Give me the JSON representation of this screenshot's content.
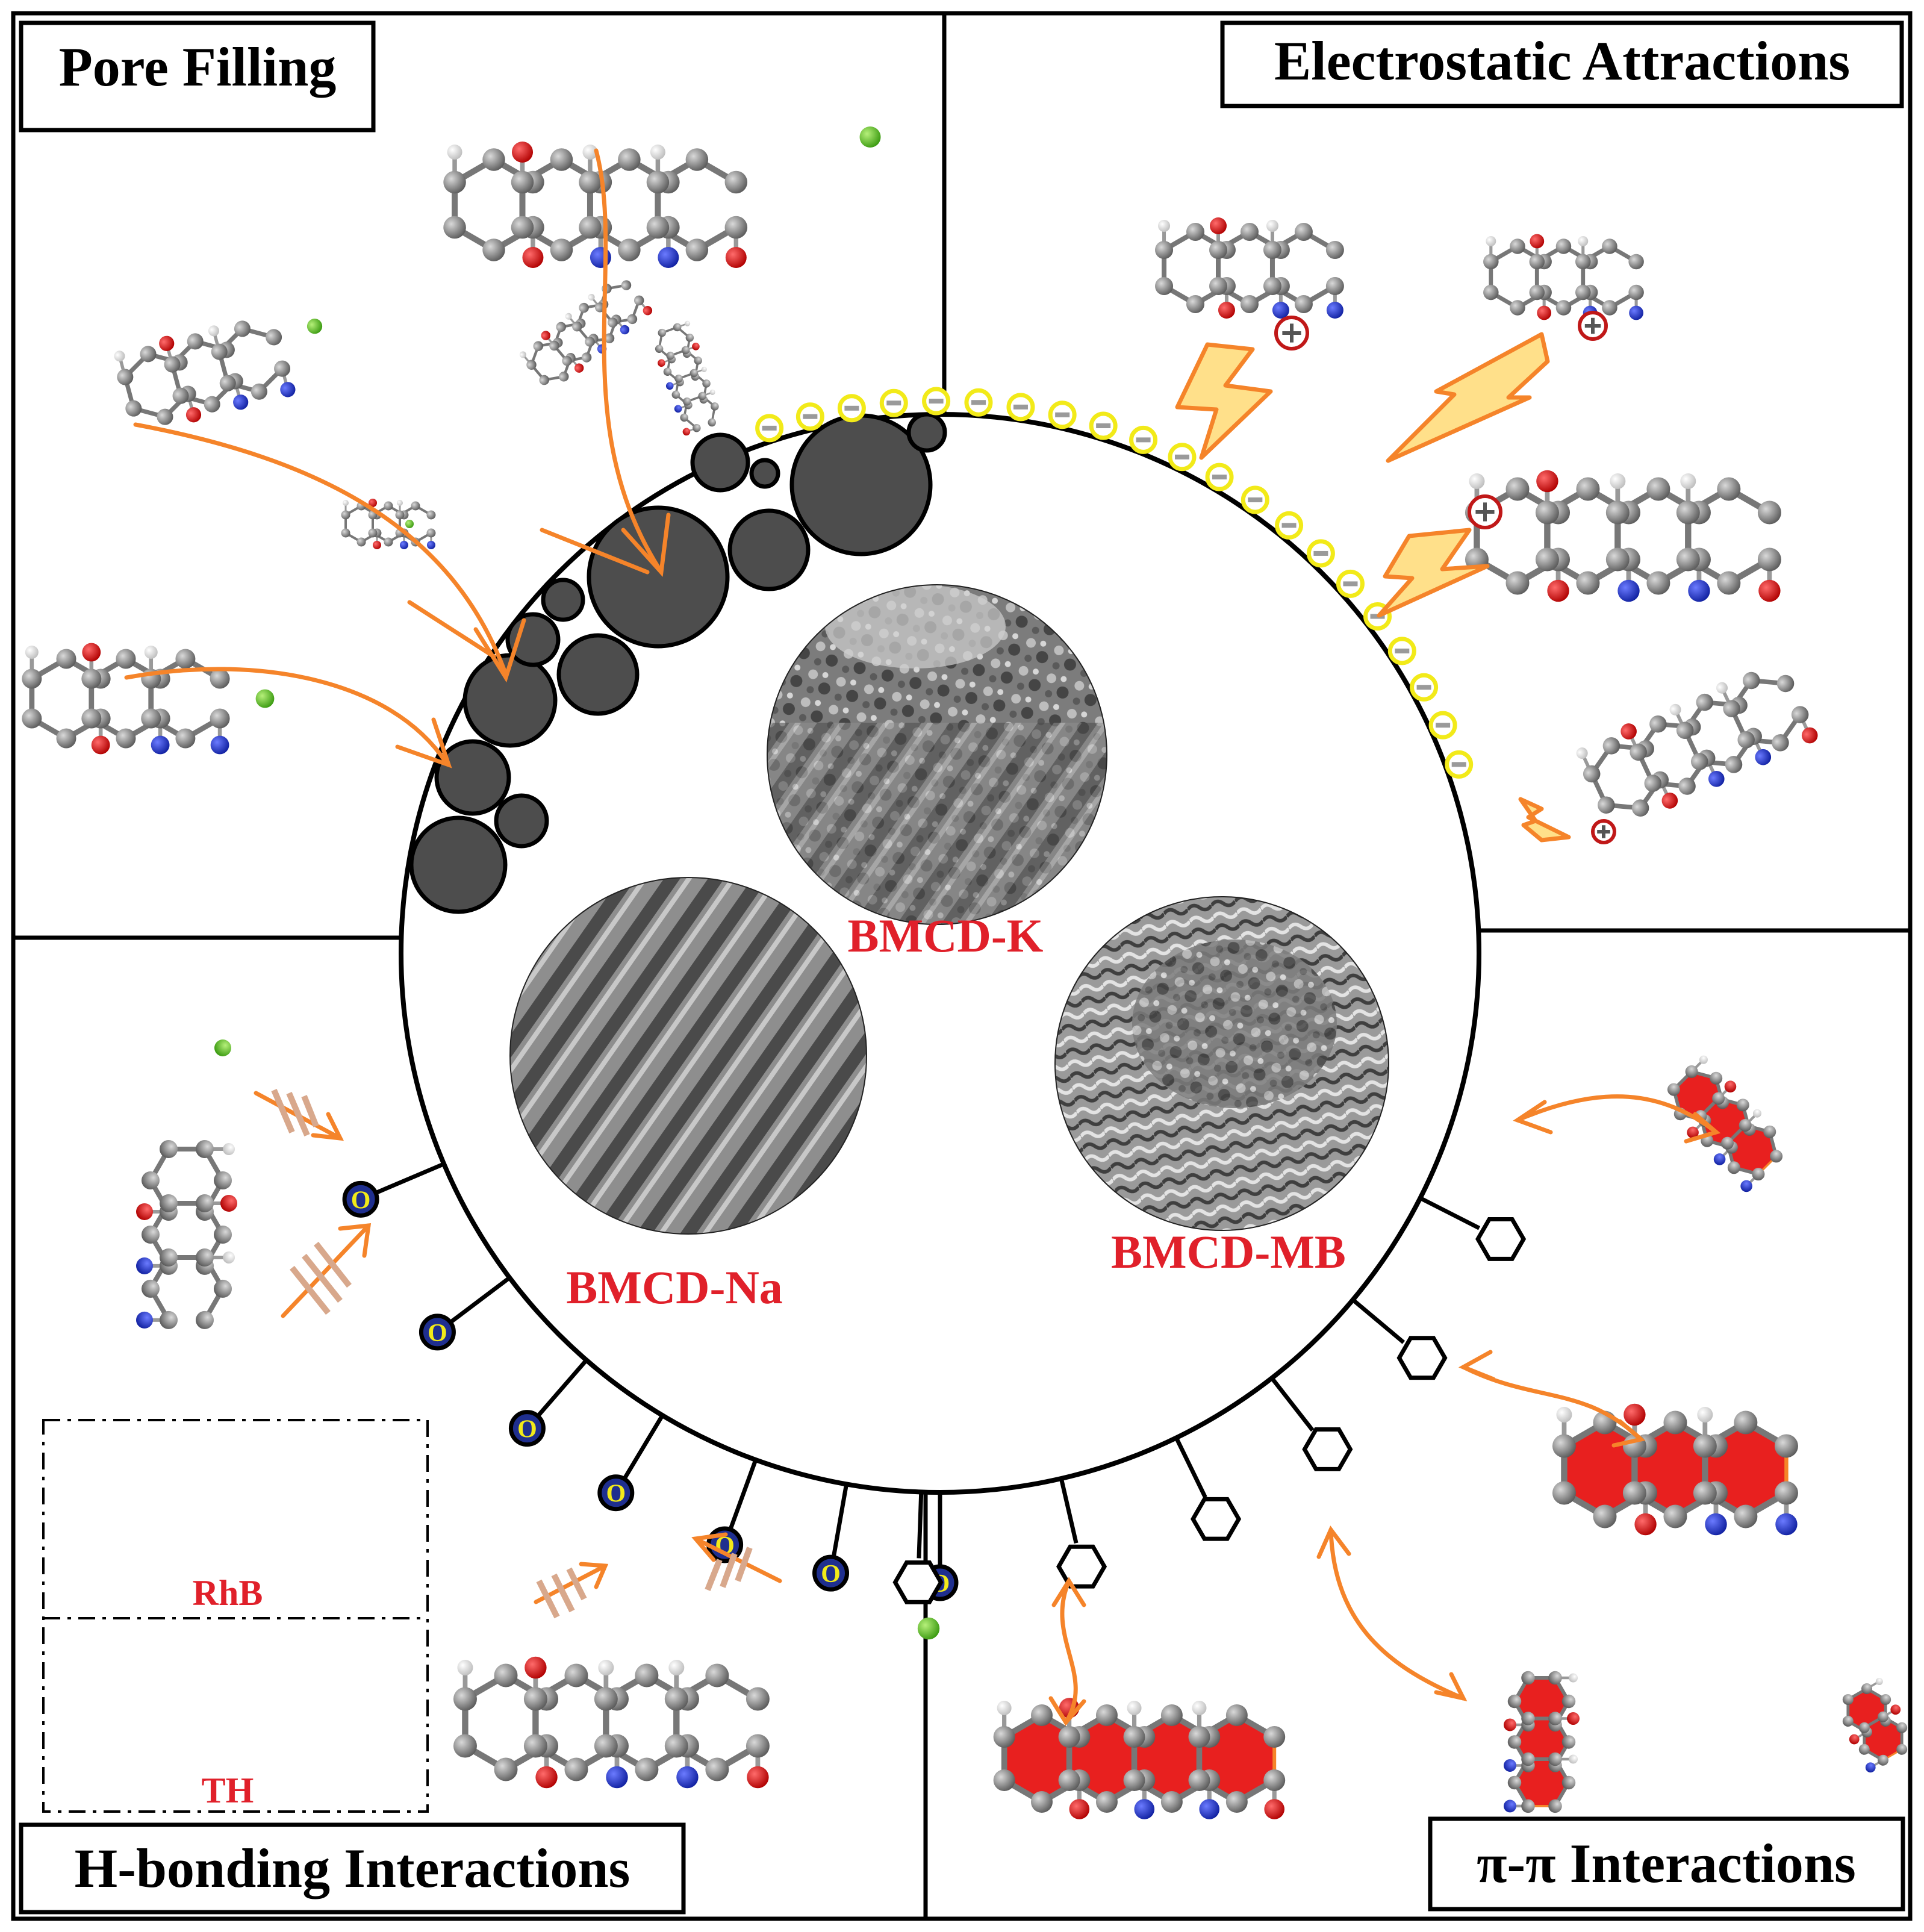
{
  "panels": {
    "pore_filling": "Pore Filling",
    "electrostatic": "Electrostatic Attractions",
    "h_bonding": "H-bonding Interactions",
    "pi_pi": "π-π Interactions"
  },
  "sem_images": {
    "k": "BMCD-K",
    "na": "BMCD-Na",
    "mb": "BMCD-MB"
  },
  "legend": {
    "rhb": "RhB",
    "th": "TH"
  },
  "symbols": {
    "oxygen_group": "O",
    "negative_charge": "⊖",
    "positive_charge": "⊕"
  },
  "colors": {
    "arrow": "#f5842a",
    "label_red": "#e0202a",
    "pore_fill": "#4d4d4d",
    "aromatic_fill": "#e8201f",
    "neg_charge_ring": "#f2ea19",
    "oxygen_fill": "#1f2f8f",
    "bolt_fill": "#ffe08a",
    "chlorine": "#5ec51f"
  }
}
